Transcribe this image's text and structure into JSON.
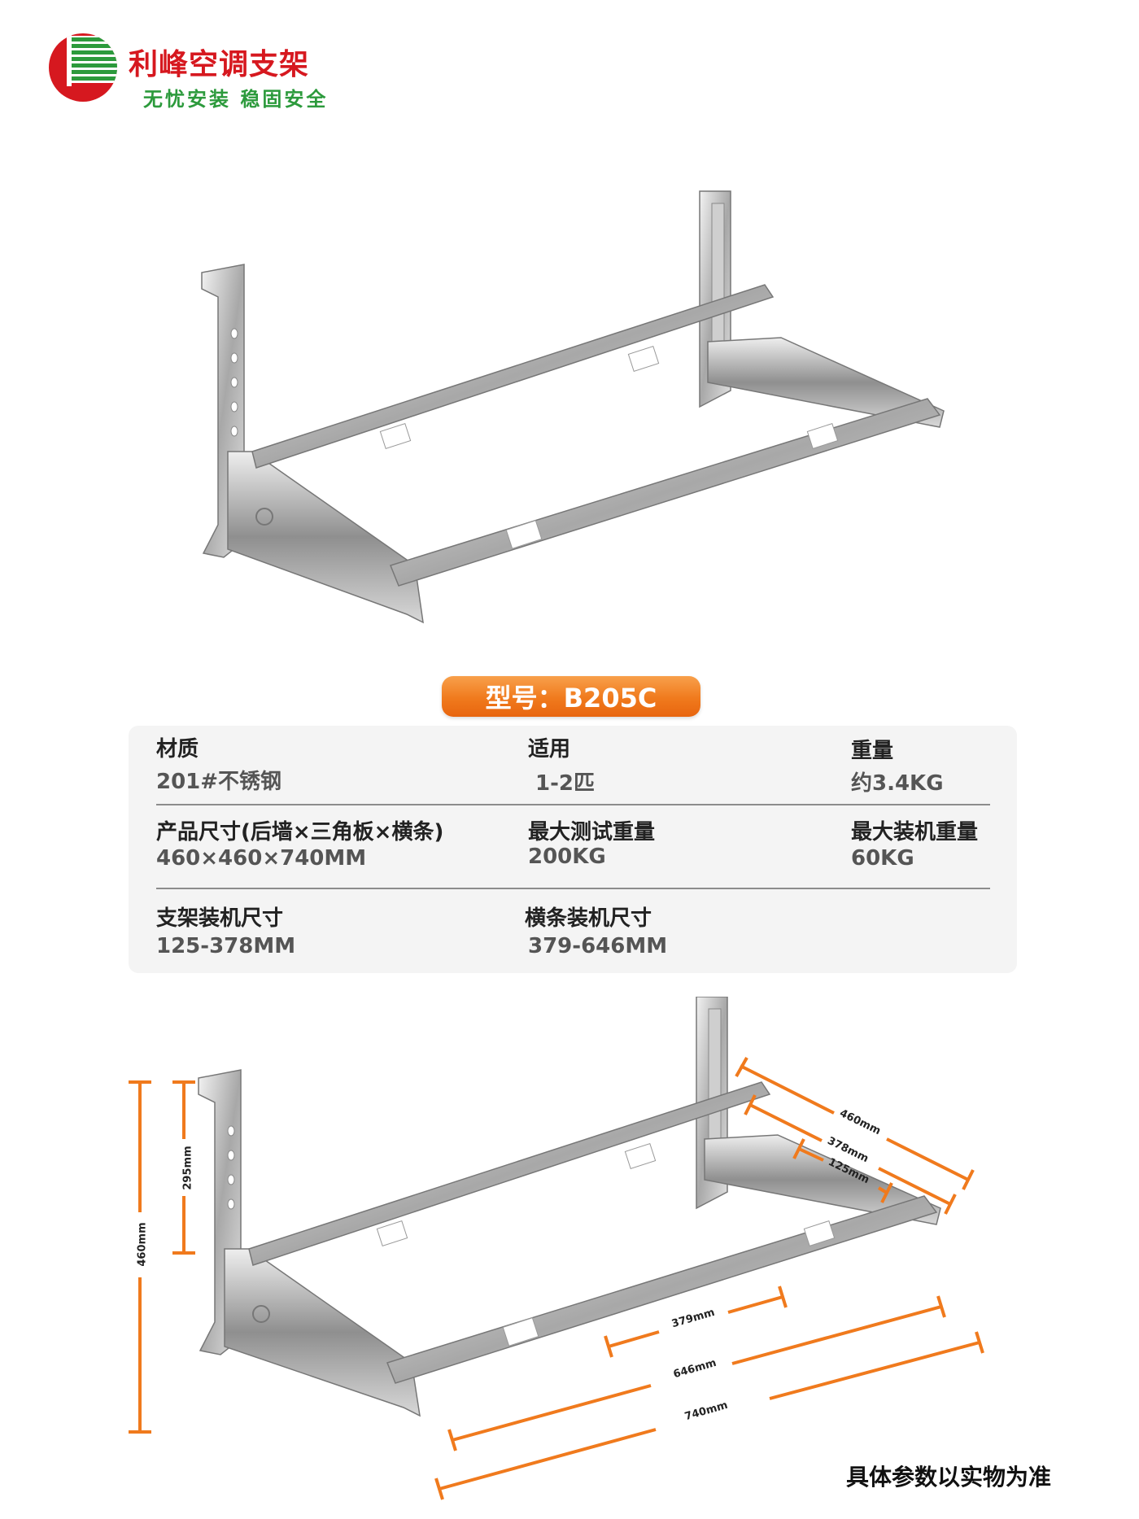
{
  "brand": {
    "name": "利峰空调支架",
    "slogan": "无忧安装 稳固安全",
    "colors": {
      "red": "#d6181f",
      "green": "#2c9a3c"
    }
  },
  "model": {
    "label": "型号：B205C"
  },
  "specs": {
    "material": {
      "label": "材质",
      "value": "201#不锈钢"
    },
    "applicable": {
      "label": "适用",
      "value": "1-2匹"
    },
    "weight": {
      "label": "重量",
      "value": "约3.4KG"
    },
    "size": {
      "label": "产品尺寸(后墙×三角板×横条)",
      "value": "460×460×740MM"
    },
    "max_test": {
      "label": "最大测试重量",
      "value": "200KG"
    },
    "max_install": {
      "label": "最大装机重量",
      "value": "60KG"
    },
    "bracket_install": {
      "label": "支架装机尺寸",
      "value": "125-378MM"
    },
    "bar_install": {
      "label": "横条装机尺寸",
      "value": "379-646MM"
    }
  },
  "dimensions": {
    "height_total": "460mm",
    "height_slot": "295mm",
    "depth_total": "460mm",
    "depth_max": "378mm",
    "depth_min": "125mm",
    "bar_min": "379mm",
    "bar_max": "646mm",
    "bar_total": "740mm"
  },
  "accent_color": "#f07a1d",
  "footnote": "具体参数以实物为准"
}
